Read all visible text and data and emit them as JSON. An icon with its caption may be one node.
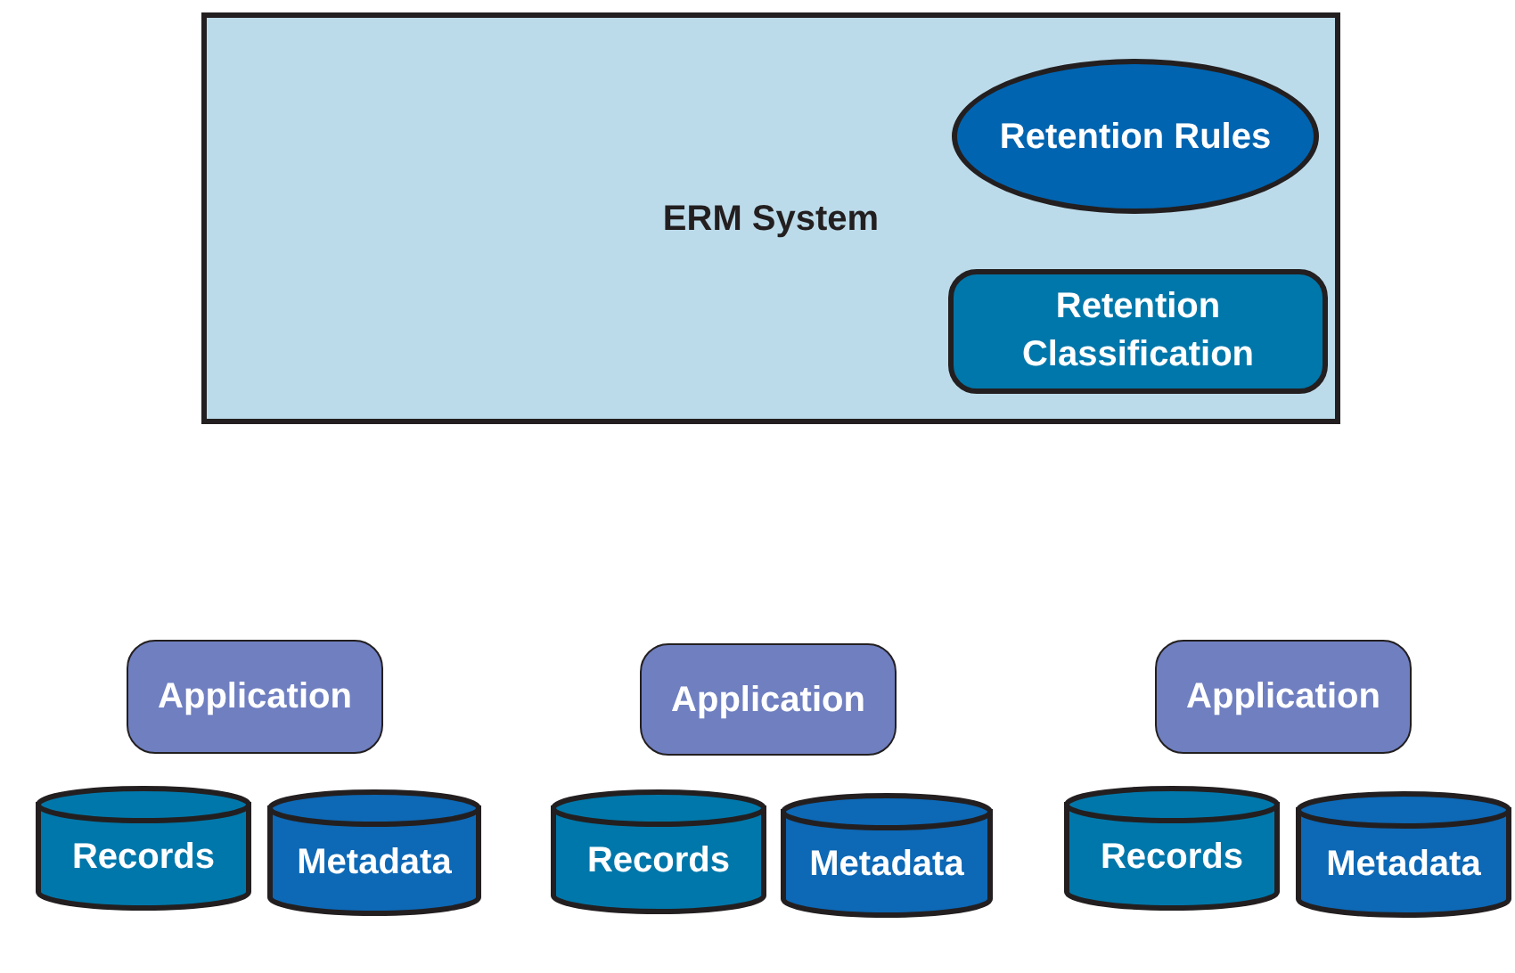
{
  "diagram": {
    "nodes": [
      {
        "text": [
          "ERM System"
        ]
      },
      {
        "text": [
          "Retention Rules"
        ],
        "in": 0
      },
      {
        "text": [
          "Retention Classification"
        ],
        "in": 0
      },
      {
        "text": [
          "Application"
        ]
      },
      {
        "text": [
          "Records"
        ]
      },
      {
        "text": [
          "Metadata"
        ]
      },
      {
        "text": [
          "Application"
        ]
      },
      {
        "text": [
          "Records"
        ]
      },
      {
        "text": [
          "Metadata"
        ]
      },
      {
        "text": [
          "Application"
        ]
      },
      {
        "text": [
          "Records"
        ]
      },
      {
        "text": [
          "Metadata"
        ]
      }
    ],
    "edges": []
  }
}
